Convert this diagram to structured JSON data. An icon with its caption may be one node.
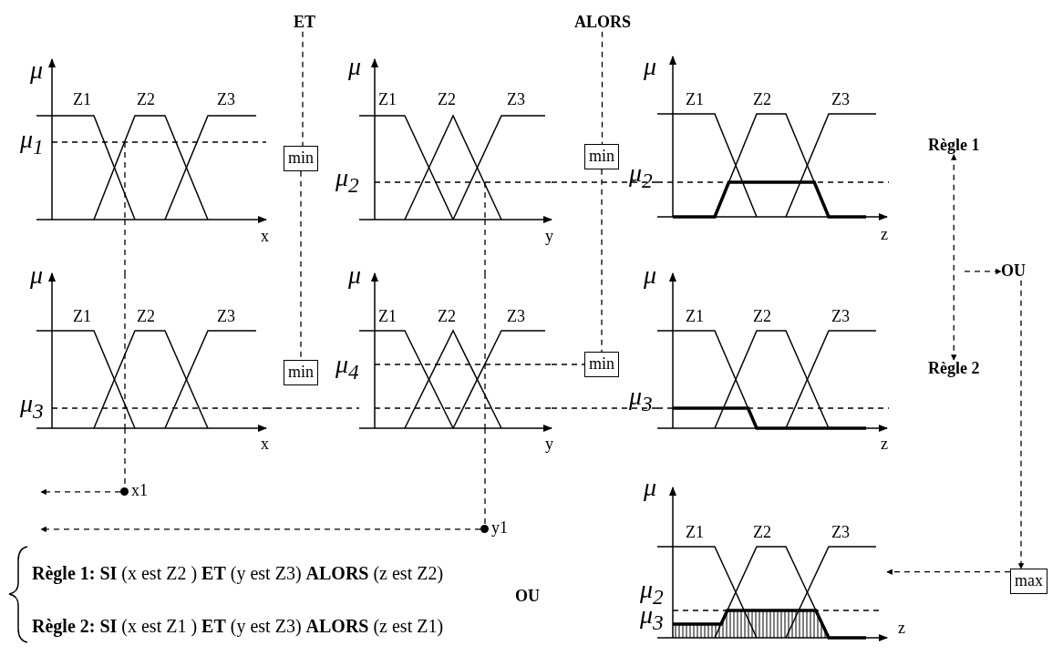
{
  "diagram": {
    "nodes": [
      {
        "text": [
          "ET"
        ]
      },
      {
        "text": [
          "ALORS"
        ]
      },
      {
        "text": [
          "min"
        ]
      },
      {
        "text": [
          "min"
        ]
      },
      {
        "text": [
          "min"
        ]
      },
      {
        "text": [
          "min"
        ]
      },
      {
        "text": [
          "Règle 1"
        ]
      },
      {
        "text": [
          "OU"
        ]
      },
      {
        "text": [
          "Règle 2"
        ]
      },
      {
        "text": [
          "max"
        ]
      },
      {
        "text": [
          "x1"
        ]
      },
      {
        "text": [
          "y1"
        ]
      },
      {
        "text": [],
        "shape": "picture"
      },
      {
        "text": [],
        "shape": "picture"
      },
      {
        "text": [],
        "shape": "picture"
      },
      {
        "text": [],
        "shape": "picture"
      },
      {
        "text": [],
        "shape": "picture"
      },
      {
        "text": [],
        "shape": "picture"
      },
      {
        "text": [],
        "shape": "picture"
      }
    ],
    "edges": [
      {
        "from": 0,
        "to": 2,
        "arrow": "none",
        "style": "dashed"
      },
      {
        "from": 2,
        "to": 3,
        "arrow": "none",
        "style": "dashed"
      },
      {
        "from": 1,
        "to": 4,
        "arrow": "none",
        "style": "dashed"
      },
      {
        "from": 4,
        "to": 5,
        "arrow": "none",
        "style": "dashed"
      },
      {
        "from": 6,
        "to": 8,
        "arrow": "both",
        "style": "dashed"
      },
      {
        "from": null,
        "to": 7,
        "arrow": "to",
        "style": "dashed"
      },
      {
        "from": 7,
        "to": 9,
        "arrow": "to",
        "style": "dashed"
      },
      {
        "from": 9,
        "to": 18,
        "arrow": "to",
        "style": "dashed"
      },
      {
        "from": 10,
        "to": null,
        "arrow": "to",
        "style": "dashed"
      },
      {
        "from": 11,
        "to": null,
        "arrow": "to",
        "style": "dashed"
      },
      {
        "from": 12,
        "to": 15,
        "arrow": "none",
        "style": "dashed"
      },
      {
        "from": 13,
        "to": 16,
        "arrow": "none",
        "style": "dashed"
      },
      {
        "from": 16,
        "to": 5,
        "arrow": "none",
        "style": "dashed"
      },
      {
        "from": 13,
        "to": 14,
        "arrow": "none",
        "style": "dashed"
      },
      {
        "from": 15,
        "to": 16,
        "arrow": "none",
        "style": "dashed"
      },
      {
        "from": 16,
        "to": 17,
        "arrow": "none",
        "style": "dashed"
      },
      {
        "from": 15,
        "to": 10,
        "arrow": "none",
        "style": "dashed"
      },
      {
        "from": 16,
        "to": 11,
        "arrow": "none",
        "style": "dashed"
      }
    ],
    "labels": [
      "μ",
      "Z1",
      "Z2",
      "Z3",
      "μ$_{1}$",
      "x",
      "μ",
      "Z1",
      "Z2",
      "Z3",
      "μ$_{2}$",
      "y",
      "μ",
      "Z1",
      "Z2",
      "Z3",
      "μ$_{2}$",
      "z",
      "μ",
      "Z1",
      "Z2",
      "Z3",
      "μ$_{3}$",
      "x",
      "μ",
      "Z1",
      "Z2",
      "Z3",
      "μ$_{4}$",
      "y",
      "μ",
      "Z1",
      "Z2",
      "Z3",
      "μ$_{3}$",
      "z",
      "μ",
      "Z1",
      "Z2",
      "Z3",
      "μ$_{2}$",
      "μ$_{3}$",
      "z",
      "**Règle 1: SI** (x est Z2 ) **ET** (y est Z3) **ALORS** (z est Z2)",
      "**Règle 2: SI** (x est Z1 ) **ET** (y est Z3) **ALORS** (z est Z1)",
      "OU"
    ]
  }
}
